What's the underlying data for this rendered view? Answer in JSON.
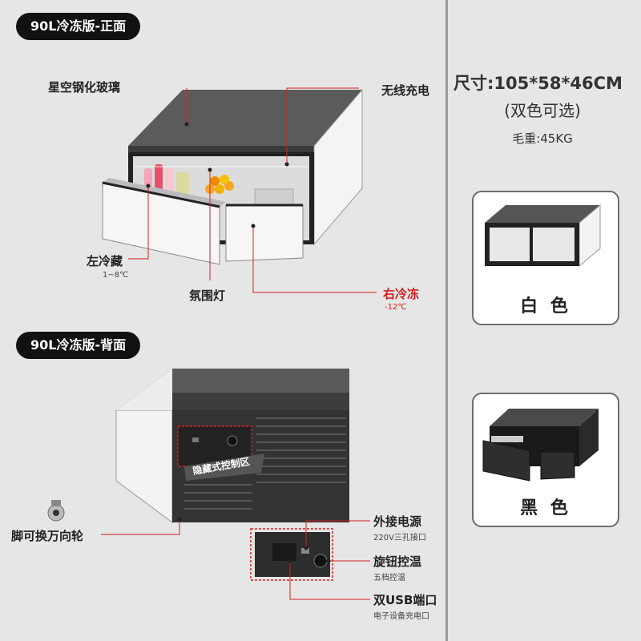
{
  "front_section": {
    "title": "90L冷冻版-正面",
    "labels": {
      "glass": "星空钢化玻璃",
      "wireless": "无线充电",
      "left": "左冷藏",
      "left_temp": "1~8℃",
      "ambient": "氛围灯",
      "right": "右冷冻",
      "right_temp": "-12℃"
    }
  },
  "back_section": {
    "title": "90L冷冻版-背面",
    "hidden_panel": "隐藏式控制区",
    "labels": {
      "wheel": "脚可换万向轮",
      "power": "外接电源",
      "power_sub": "220V三孔接口",
      "knob": "旋钮控温",
      "knob_sub": "五档控温",
      "usb": "双USB端口",
      "usb_sub": "电子设备充电口"
    }
  },
  "specs": {
    "size": "尺寸:105*58*46CM",
    "colors_note": "(双色可选)",
    "weight": "毛重:45KG"
  },
  "variants": [
    {
      "label": "白 色"
    },
    {
      "label": "黑 色"
    }
  ],
  "colors": {
    "accent_red": "#d42020",
    "pill_bg": "#111111",
    "background": "#e6e6e6"
  }
}
